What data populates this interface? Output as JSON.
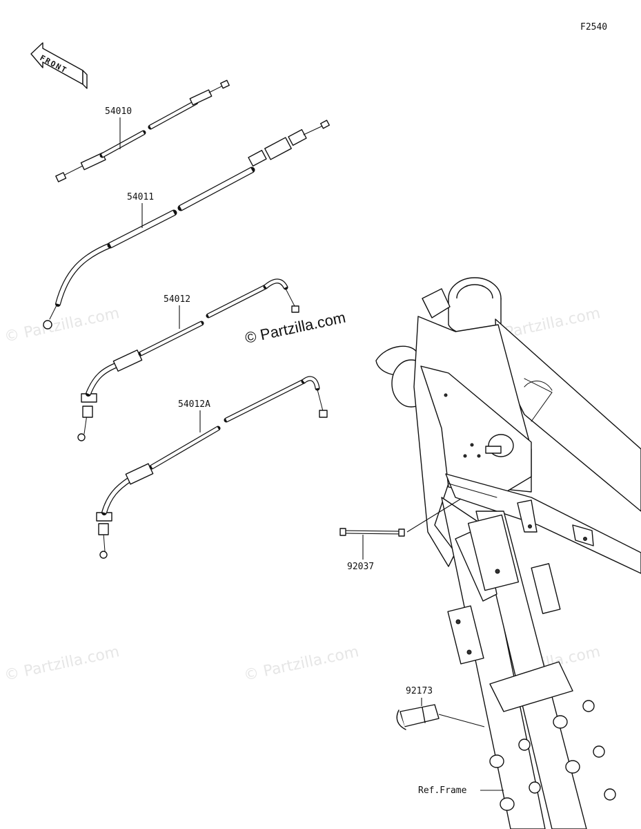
{
  "figure_code": "F2540",
  "front_label": "FRONT",
  "watermark_main": "© Partzilla.com",
  "watermark_faint": "© Partzilla.com",
  "parts": [
    {
      "number": "54010"
    },
    {
      "number": "54011"
    },
    {
      "number": "54012"
    },
    {
      "number": "54012A"
    },
    {
      "number": "92037"
    },
    {
      "number": "92173"
    }
  ],
  "ref_frame_label": "Ref.Frame"
}
